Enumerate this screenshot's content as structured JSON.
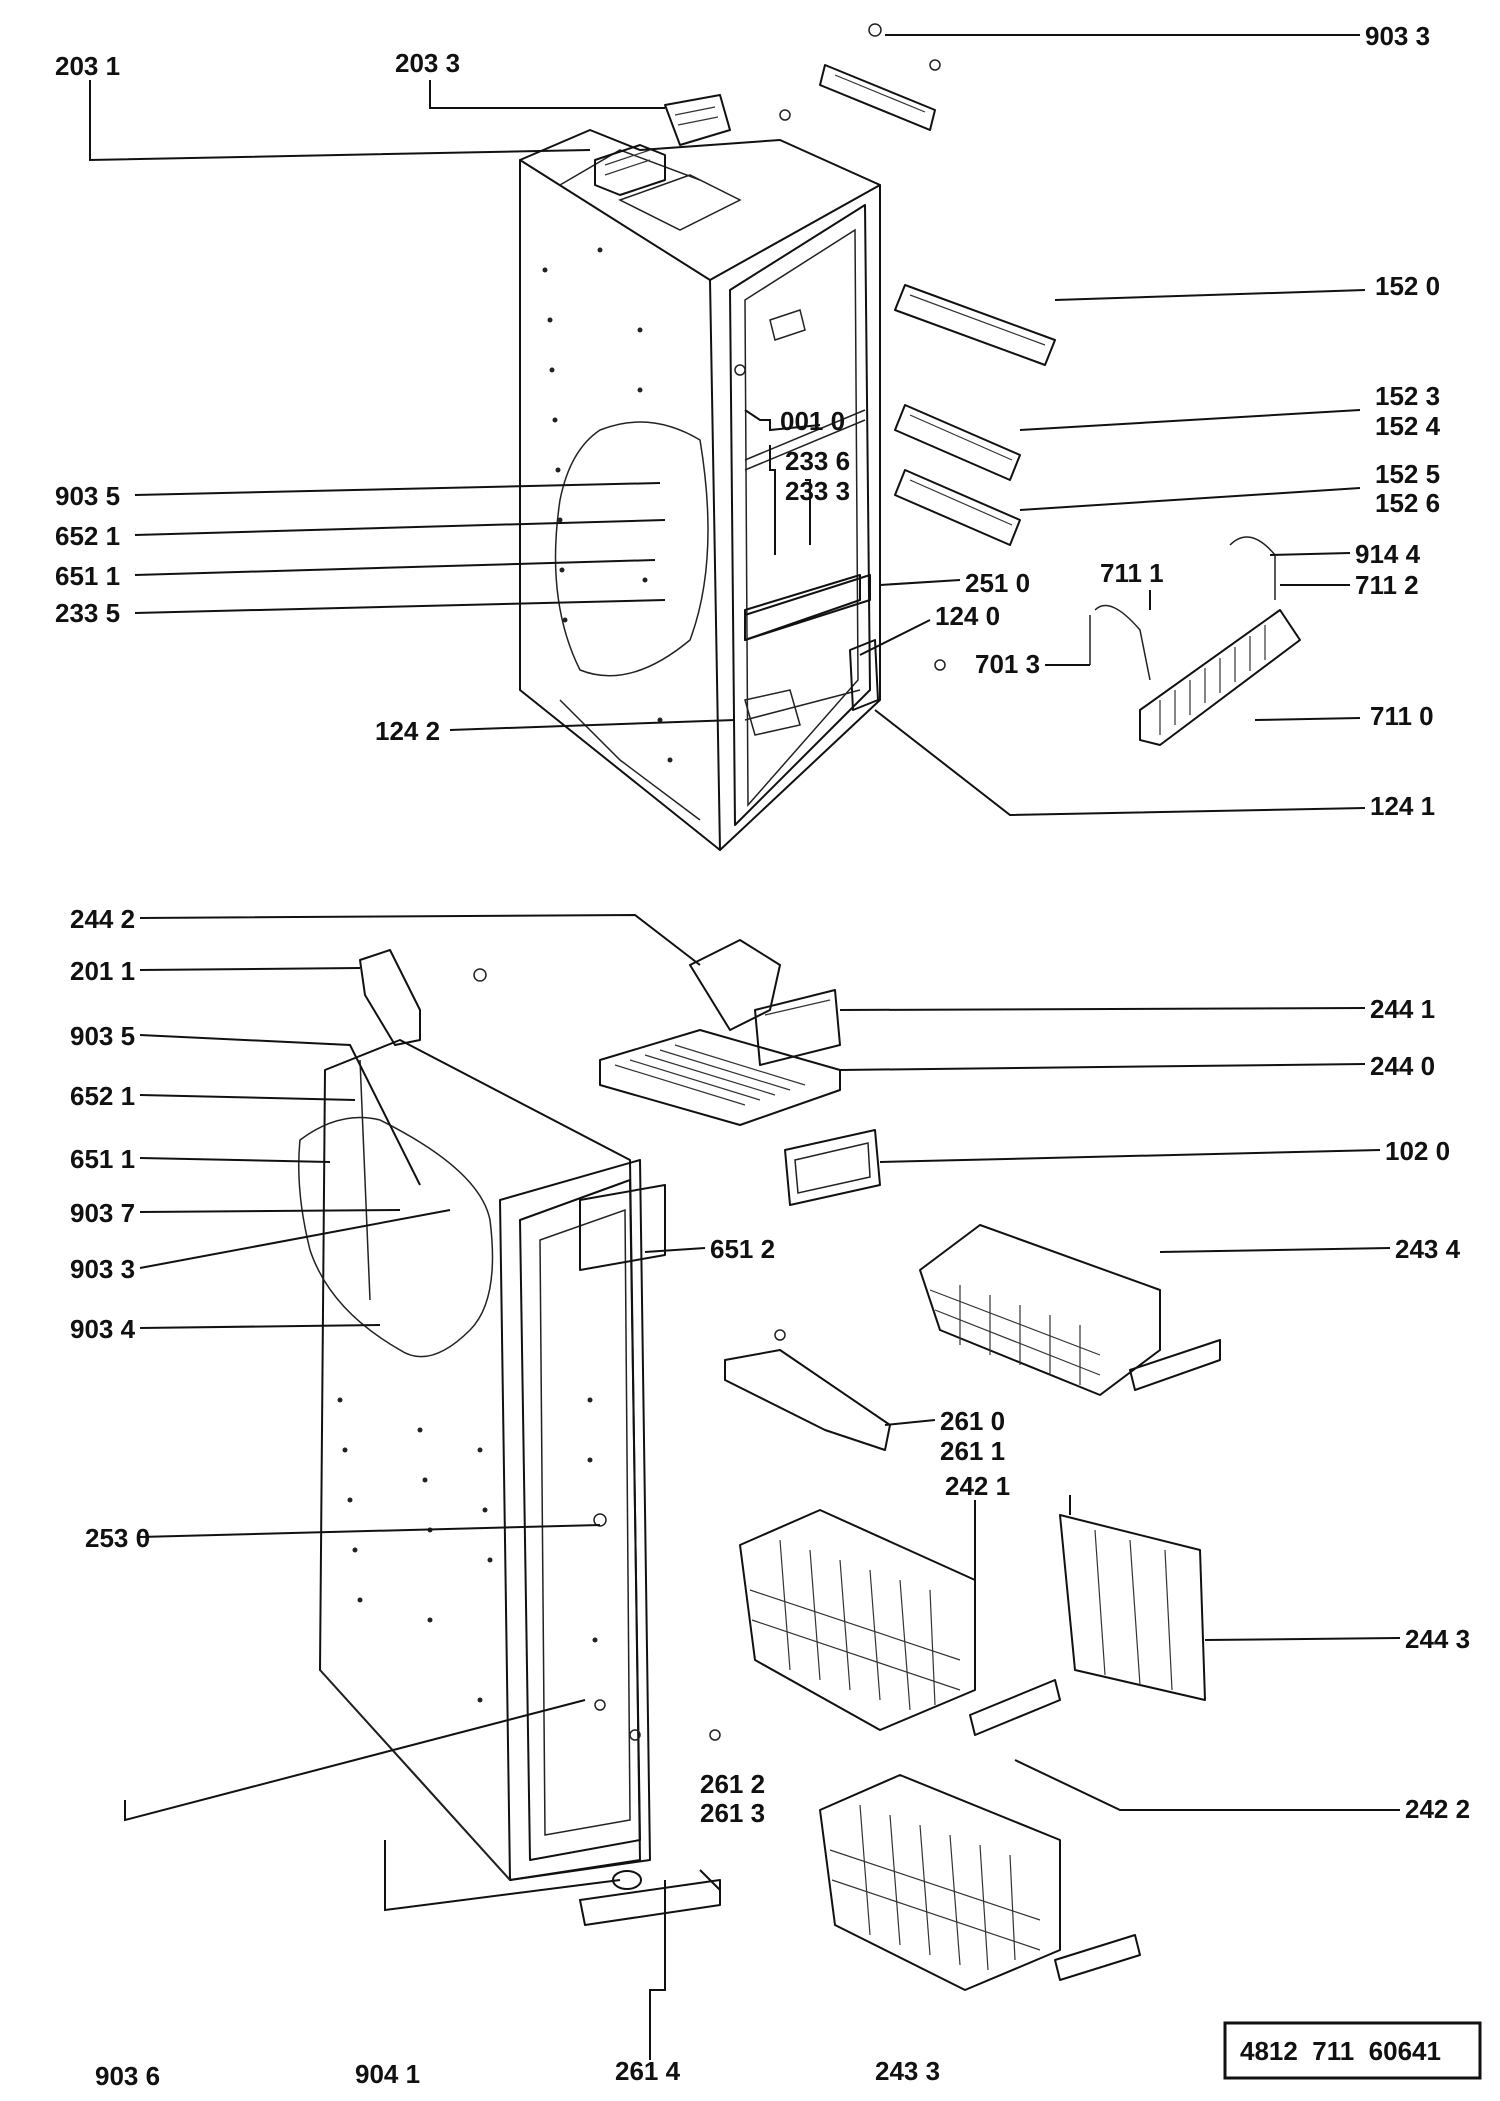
{
  "labels": {
    "p2031": "203 1",
    "p2033": "203 3",
    "p9033_top": "903 3",
    "p1520": "152 0",
    "p1523": "152 3",
    "p1524": "152 4",
    "p1525": "152 5",
    "p1526": "152 6",
    "p0010": "001 0",
    "p2336": "233 6",
    "p2333": "233 3",
    "p9035_top": "903 5",
    "p6521_top": "652 1",
    "p6511_top": "651 1",
    "p2335": "233 5",
    "p2510": "251 0",
    "p9144": "914 4",
    "p7111": "711 1",
    "p7112": "711 2",
    "p1240": "124 0",
    "p7013": "701 3",
    "p7110": "711 0",
    "p1242": "124 2",
    "p1241": "124 1",
    "p2442": "244 2",
    "p2011": "201 1",
    "p2441": "244 1",
    "p9035_bot": "903 5",
    "p2440": "244 0",
    "p6521_bot": "652 1",
    "p6511_bot": "651 1",
    "p1020": "102 0",
    "p9037": "903 7",
    "p6512": "651 2",
    "p2434": "243 4",
    "p9033_bot": "903 3",
    "p9034": "903 4",
    "p2610": "261 0",
    "p2611": "261 1",
    "p2421": "242 1",
    "p2530": "253 0",
    "p2443": "244 3",
    "p2612": "261 2",
    "p2613": "261 3",
    "p2422": "242 2",
    "p9036": "903 6",
    "p9041": "904 1",
    "p2614": "261 4",
    "p2433": "243 3"
  },
  "doc_number": "4812  711  60641"
}
